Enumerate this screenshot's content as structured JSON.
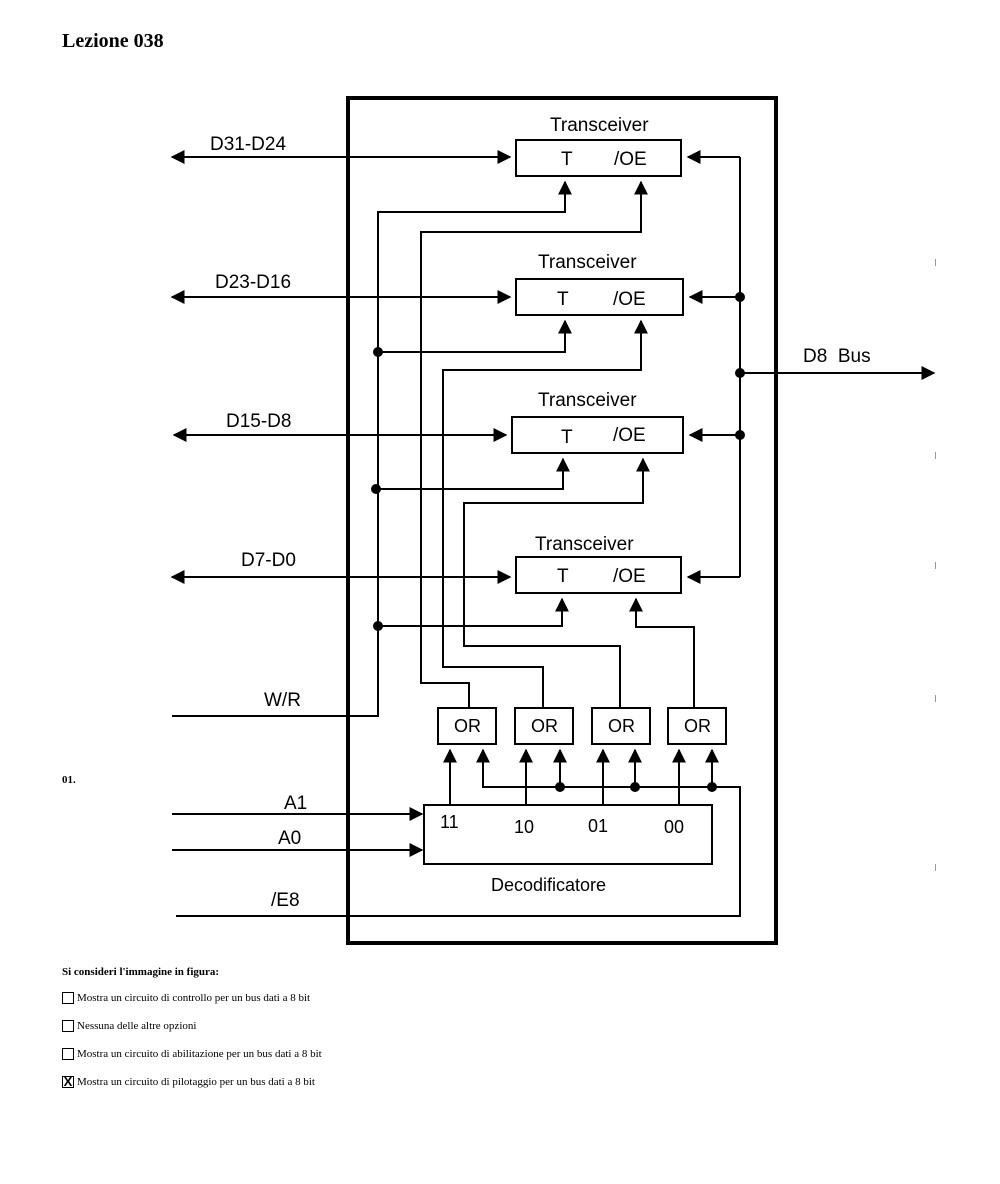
{
  "header": {
    "title": "Lezione 038"
  },
  "question": {
    "number": "01.",
    "prompt": "Si consideri l'immagine in figura:",
    "options": [
      {
        "label": "Mostra un circuito di controllo per un bus dati a 8 bit",
        "mark": ""
      },
      {
        "label": "Nessuna delle altre opzioni",
        "mark": ""
      },
      {
        "label": "Mostra un circuito di abilitazione per un bus dati a 8 bit",
        "mark": ""
      },
      {
        "label": "Mostra un circuito di pilotaggio per un bus dati a 8 bit",
        "mark": "X"
      }
    ]
  },
  "diagram": {
    "transceivers": [
      {
        "title": "Transceiver",
        "t": "T",
        "oe": "/OE"
      },
      {
        "title": "Transceiver",
        "t": "T",
        "oe": "/OE"
      },
      {
        "title": "Transceiver",
        "t": "T",
        "oe": "/OE"
      },
      {
        "title": "Transceiver",
        "t": "T",
        "oe": "/OE"
      }
    ],
    "buses": [
      "D31-D24",
      "D23-D16",
      "D15-D8",
      "D7-D0"
    ],
    "output_bus": "D8  Bus",
    "control_inputs": {
      "wr": "W/R",
      "a1": "A1",
      "a0": "A0",
      "e8": "/E8"
    },
    "or_gates": [
      "OR",
      "OR",
      "OR",
      "OR"
    ],
    "decoder": {
      "label": "Decodificatore",
      "outputs": [
        "11",
        "10",
        "01",
        "00"
      ]
    }
  }
}
